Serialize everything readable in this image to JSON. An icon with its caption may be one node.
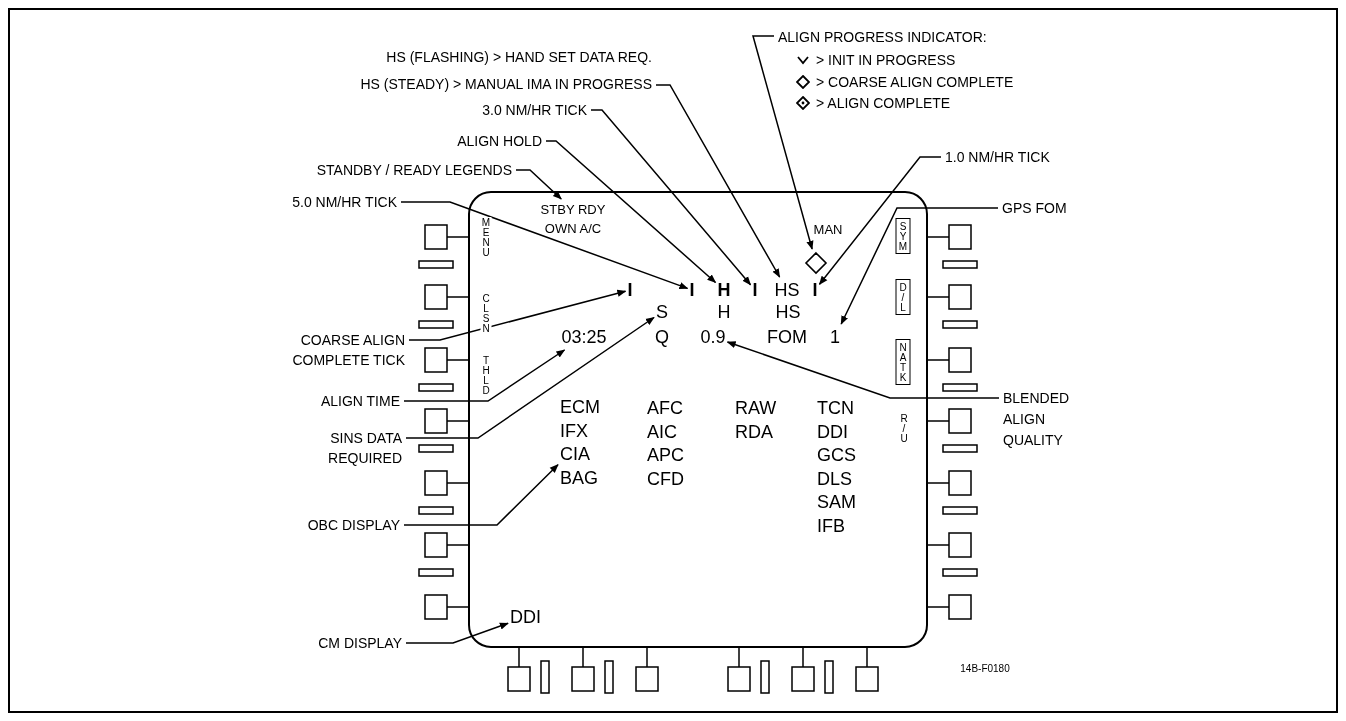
{
  "diagram": {
    "nodes": [
      {
        "text": [
          "ALIGN PROGRESS INDICATOR:"
        ]
      },
      {
        "text": [
          "HS (FLASHING) > HAND SET DATA REQ.",
          "HS (STEADY) > MANUAL IMA IN PROGRESS"
        ]
      },
      {
        "text": [
          "3.0 NM/HR TICK"
        ]
      },
      {
        "text": [
          "ALIGN HOLD"
        ]
      },
      {
        "text": [
          "1.0 NM/HR TICK"
        ]
      },
      {
        "text": [
          "STANDBY / READY LEGENDS"
        ]
      },
      {
        "text": [
          "5.0 NM/HR TICK"
        ]
      },
      {
        "text": [
          "GPS FOM"
        ]
      },
      {
        "text": [
          "COARSE ALIGN COMPLETE TICK"
        ]
      },
      {
        "text": [
          "ALIGN TIME"
        ]
      },
      {
        "text": [
          "BLENDED ALIGN QUALITY"
        ]
      },
      {
        "text": [
          "SINS DATA REQUIRED"
        ]
      },
      {
        "text": [
          "OBC DISPLAY"
        ]
      },
      {
        "text": [
          "CM DISPLAY"
        ]
      },
      {
        "text": [
          "STBY RDY"
        ]
      },
      {
        "text": [],
        "shape": "diamond"
      },
      {
        "text": [
          "I"
        ]
      },
      {
        "text": [
          "I"
        ]
      },
      {
        "text": [
          "H"
        ]
      },
      {
        "text": [
          "I"
        ]
      },
      {
        "text": [
          "HS"
        ]
      },
      {
        "text": [
          "I"
        ]
      },
      {
        "text": [
          "S"
        ]
      },
      {
        "text": [
          "03:25"
        ]
      },
      {
        "text": [
          "0.9"
        ]
      },
      {
        "text": [
          "1"
        ]
      },
      {
        "text": [
          "ECM",
          "IFX",
          "CIA",
          "BAG"
        ]
      },
      {
        "text": [
          "DDI"
        ]
      }
    ],
    "edges": [
      {
        "from": 0,
        "to": 15,
        "arrow": "to"
      },
      {
        "from": 1,
        "to": 20,
        "arrow": "to"
      },
      {
        "from": 2,
        "to": 19,
        "arrow": "to"
      },
      {
        "from": 3,
        "to": 18,
        "arrow": "to"
      },
      {
        "from": 4,
        "to": 21,
        "arrow": "to"
      },
      {
        "from": 5,
        "to": 14,
        "arrow": "to"
      },
      {
        "from": 6,
        "to": 17,
        "arrow": "to"
      },
      {
        "from": 7,
        "to": 25,
        "arrow": "to"
      },
      {
        "from": 8,
        "to": 16,
        "arrow": "to"
      },
      {
        "from": 9,
        "to": 23,
        "arrow": "to"
      },
      {
        "from": 10,
        "to": 24,
        "arrow": "to"
      },
      {
        "from": 11,
        "to": 22,
        "arrow": "to"
      },
      {
        "from": 12,
        "to": 26,
        "arrow": "to"
      },
      {
        "from": 13,
        "to": 27,
        "arrow": "to"
      }
    ],
    "labels": [
      "MENU",
      "CLSN",
      "THLD",
      "SYM",
      "D/L",
      "NATK",
      "R/U",
      "OWN A/C",
      "MAN",
      "H",
      "HS",
      "Q",
      "FOM",
      "AFC",
      "RAW",
      "TCN",
      "AIC",
      "RDA",
      "DDI",
      "APC",
      "GCS",
      "CFD",
      "DLS",
      "SAM",
      "IFB",
      "14B-F0180"
    ],
    "legend": [
      {
        "text": "> INIT IN PROGRESS"
      },
      {
        "text": "> COARSE ALIGN COMPLETE"
      },
      {
        "text": "> ALIGN COMPLETE"
      }
    ]
  }
}
